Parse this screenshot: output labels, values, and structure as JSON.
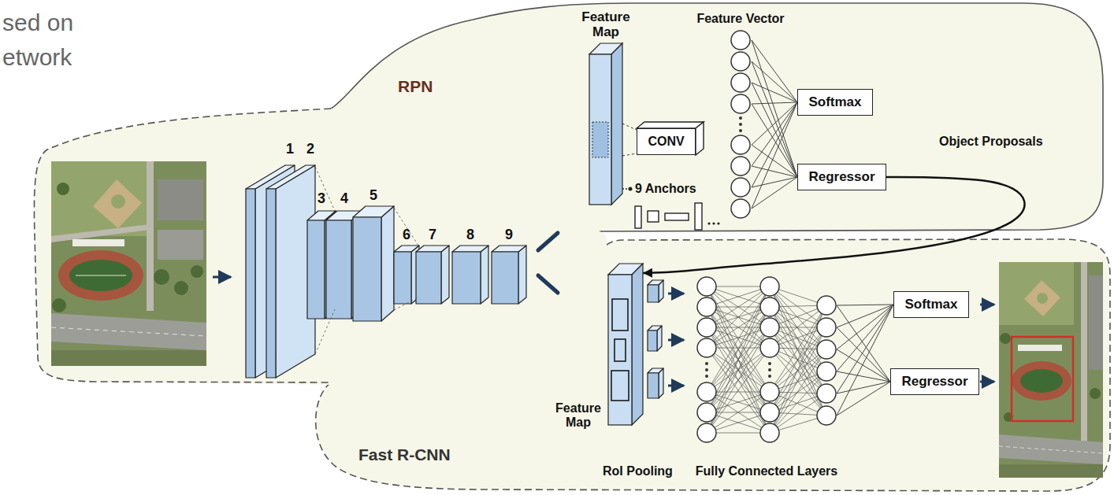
{
  "diagram": {
    "nodes": [
      {
        "text": [
          "RPN"
        ]
      },
      {
        "text": [
          "Feature Map"
        ],
        "in": 0
      },
      {
        "text": [
          "CONV"
        ],
        "in": 0
      },
      {
        "text": [
          "Feature Vector"
        ],
        "in": 0
      },
      {
        "text": [
          "Softmax"
        ],
        "in": 0
      },
      {
        "text": [
          "Regressor"
        ],
        "in": 0
      },
      {
        "text": [
          "Fast R-CNN"
        ]
      },
      {
        "text": [
          "Feature Map"
        ],
        "in": 6
      },
      {
        "text": [
          "Fully Connected Layers"
        ],
        "in": 6
      },
      {
        "text": [
          "Softmax"
        ],
        "in": 6
      },
      {
        "text": [
          "Regressor"
        ],
        "in": 6
      }
    ],
    "edges": [
      {
        "from": 1,
        "to": 2,
        "arrow": "none"
      },
      {
        "from": 3,
        "to": 4,
        "arrow": "none"
      },
      {
        "from": 3,
        "to": 5,
        "arrow": "none"
      },
      {
        "from": 5,
        "to": 7,
        "label": "Object Proposals",
        "arrow": "to"
      },
      {
        "from": 8,
        "to": 9,
        "arrow": "none"
      },
      {
        "from": 8,
        "to": 10,
        "arrow": "none"
      }
    ],
    "labels": [
      "sed on",
      "etwork",
      "1",
      "2",
      "3",
      "4",
      "5",
      "6",
      "7",
      "8",
      "9",
      "9 Anchors",
      "RoI Pooling"
    ]
  }
}
